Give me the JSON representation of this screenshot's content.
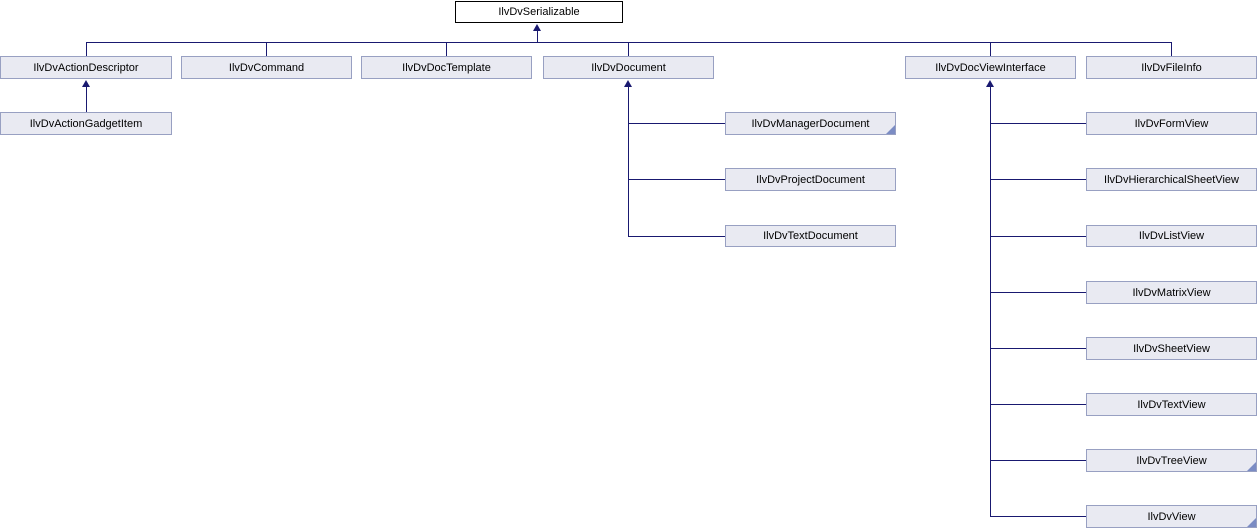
{
  "diagram": {
    "type": "class-inheritance-diagram",
    "root": {
      "label": "IlvDvSerializable"
    },
    "level1": [
      {
        "label": "IlvDvActionDescriptor"
      },
      {
        "label": "IlvDvCommand"
      },
      {
        "label": "IlvDvDocTemplate"
      },
      {
        "label": "IlvDvDocument"
      },
      {
        "label": "IlvDvDocViewInterface"
      },
      {
        "label": "IlvDvFileInfo"
      }
    ],
    "action_children": [
      {
        "label": "IlvDvActionGadgetItem"
      }
    ],
    "document_children": [
      {
        "label": "IlvDvManagerDocument",
        "has_more_derived": true
      },
      {
        "label": "IlvDvProjectDocument"
      },
      {
        "label": "IlvDvTextDocument"
      }
    ],
    "docview_children": [
      {
        "label": "IlvDvFormView"
      },
      {
        "label": "IlvDvHierarchicalSheetView"
      },
      {
        "label": "IlvDvListView"
      },
      {
        "label": "IlvDvMatrixView"
      },
      {
        "label": "IlvDvSheetView"
      },
      {
        "label": "IlvDvTextView"
      },
      {
        "label": "IlvDvTreeView",
        "has_more_derived": true
      },
      {
        "label": "IlvDvView",
        "has_more_derived": true
      }
    ],
    "colors": {
      "edge": "#191970",
      "node_fill": "#e9eaf2",
      "node_border": "#98a0c2",
      "root_fill": "#ffffff",
      "root_border": "#000000",
      "corner_marker": "#7b8cc4",
      "text": "#000000"
    }
  }
}
